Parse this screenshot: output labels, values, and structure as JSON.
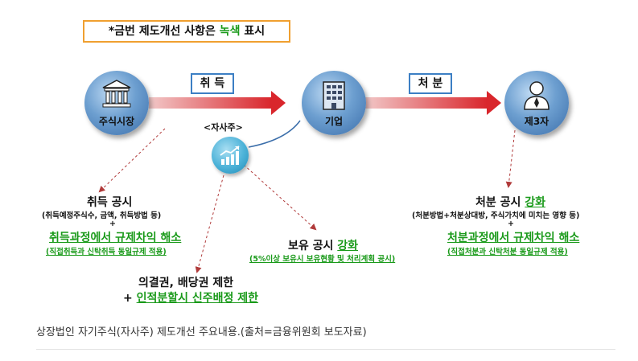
{
  "notice": {
    "prefix": "*금번 제도개선 사항은 ",
    "highlight": "녹색",
    "suffix": " 표시"
  },
  "nodes": {
    "market": "주식시장",
    "company": "기업",
    "third_party": "제3자",
    "treasury": "<자사주>"
  },
  "flows": {
    "acquire": "취 득",
    "dispose": "처 분"
  },
  "acquisition": {
    "title": "취득 공시",
    "detail": "(취득예정주식수, 금액, 취득방법 등)",
    "plus": "+",
    "rule": "취득과정에서 규제차익 해소",
    "rule_detail": "(직접취득과 신탁취득 동일규제 적용)"
  },
  "holding": {
    "title_prefix": "보유 공시 ",
    "title_highlight": "강화",
    "detail": "(5%이상 보유시 보유현황 및 처리계획 공시)"
  },
  "voting": {
    "title": "의결권, 배당권 제한",
    "plus": "+ ",
    "rule": "인적분할시 신주배정 제한"
  },
  "disposal": {
    "title_prefix": "처분 공시 ",
    "title_highlight": "강화",
    "detail": "(처분방법+처분상대방, 주식가치에 미치는 영향 등)",
    "plus": "+",
    "rule": "처분과정에서 규제차익 해소",
    "rule_detail": "(직접처분과 신탁처분 동일규제 적용)"
  },
  "caption": "상장법인 자기주식(자사주) 제도개선 주요내용.(출처=금융위원회 보도자료)",
  "colors": {
    "accent_green": "#1a9a1a",
    "notice_border": "#f0a030",
    "arrow_red": "#d9262c",
    "box_border": "#3c7fc4"
  }
}
